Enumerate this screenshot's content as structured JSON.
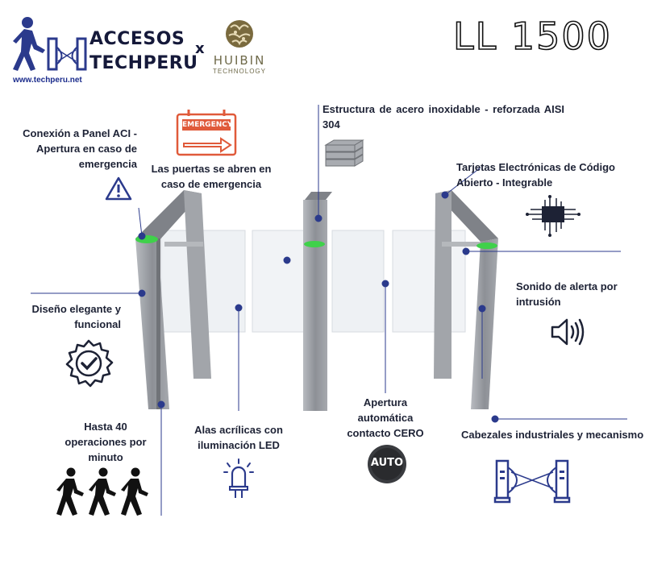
{
  "header": {
    "brand_line1": "ACCESOS",
    "brand_line2": "TECHPERU",
    "connector": "x",
    "partner_name": "HUIBIN",
    "partner_sub": "TECHNOLOGY",
    "website": "www.techperu.net",
    "model": "LL 1500"
  },
  "features": {
    "panel_aci": "Conexión a Panel ACI - Apertura en caso de emergencia",
    "emergency_doors": "Las puertas se abren en caso de emergencia",
    "emergency_sign": "EMERGENCY",
    "steel": "Estructura de acero inoxidable - reforzada AISI 304",
    "electronics": "Tarjetas Electrónicas de Código Abierto - Integrable",
    "design": "Diseño elegante y funcional",
    "alarm": "Sonido de alerta por intrusión",
    "operations": "Hasta 40 operaciones por minuto",
    "acrylic": "Alas acrílicas con iluminación LED",
    "auto_open": "Apertura automática contacto CERO",
    "auto_badge": "AUTO",
    "heads": "Cabezales industriales y mecanismo con sistema retráctil"
  },
  "colors": {
    "brand_navy": "#15193a",
    "accent_blue": "#2b3a8c",
    "emergency_red": "#e05a3a",
    "led_green": "#3fd14a",
    "steel_gray": "#9a9da2"
  }
}
